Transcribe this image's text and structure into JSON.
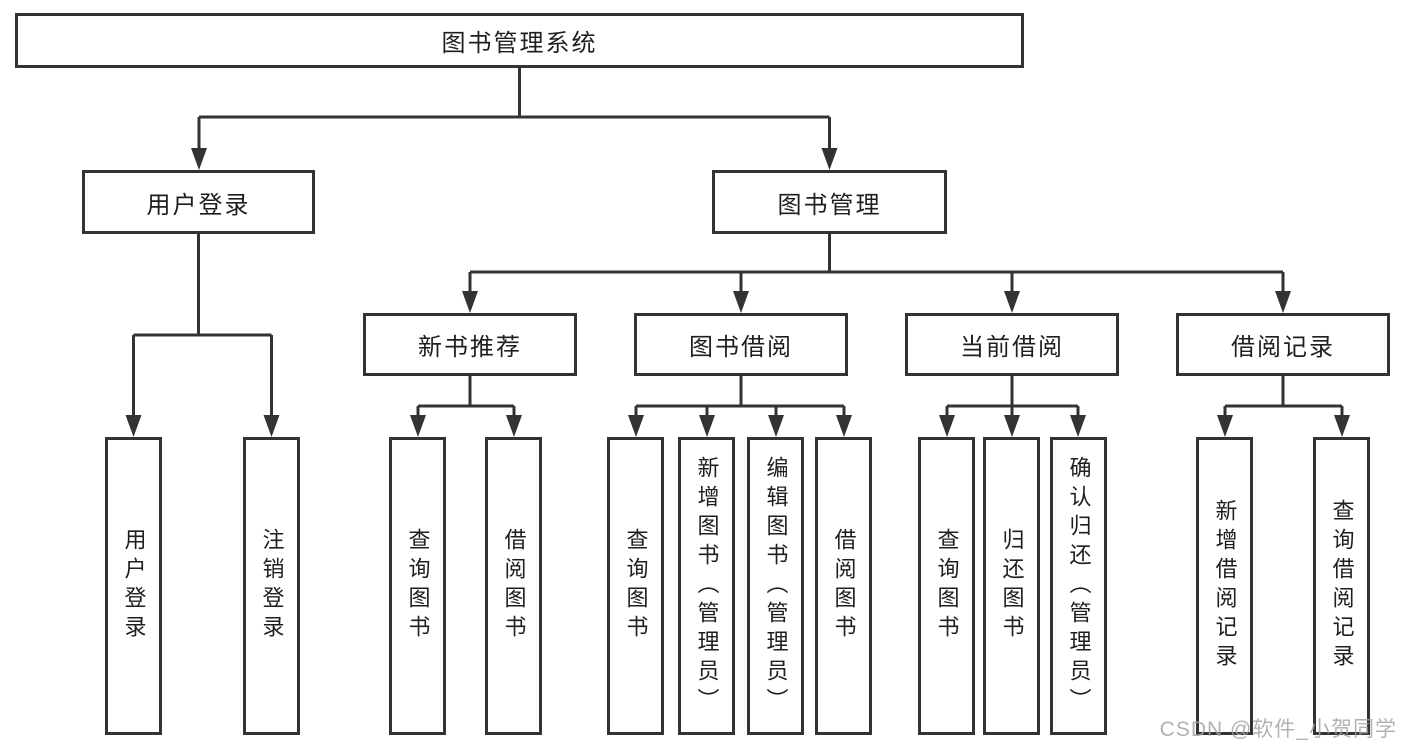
{
  "diagram": {
    "title": "图书管理系统",
    "branches": [
      {
        "label": "用户登录",
        "children": [
          {
            "label": "用户登录"
          },
          {
            "label": "注销登录"
          }
        ]
      },
      {
        "label": "图书管理",
        "children": [
          {
            "label": "新书推荐",
            "children": [
              {
                "label": "查询图书"
              },
              {
                "label": "借阅图书"
              }
            ]
          },
          {
            "label": "图书借阅",
            "children": [
              {
                "label": "查询图书"
              },
              {
                "label": "新增图书（管理员）"
              },
              {
                "label": "编辑图书（管理员）"
              },
              {
                "label": "借阅图书"
              }
            ]
          },
          {
            "label": "当前借阅",
            "children": [
              {
                "label": "查询图书"
              },
              {
                "label": "归还图书"
              },
              {
                "label": "确认归还（管理员）"
              }
            ]
          },
          {
            "label": "借阅记录",
            "children": [
              {
                "label": "新增借阅记录"
              },
              {
                "label": "查询借阅记录"
              }
            ]
          }
        ]
      }
    ]
  },
  "watermark": {
    "text": "CSDN @软件_小贺同学"
  },
  "colors": {
    "line": "#333333",
    "box_border": "#333333",
    "text": "#1f1f1f",
    "background": "#ffffff",
    "watermark": "#a5a5a5"
  }
}
